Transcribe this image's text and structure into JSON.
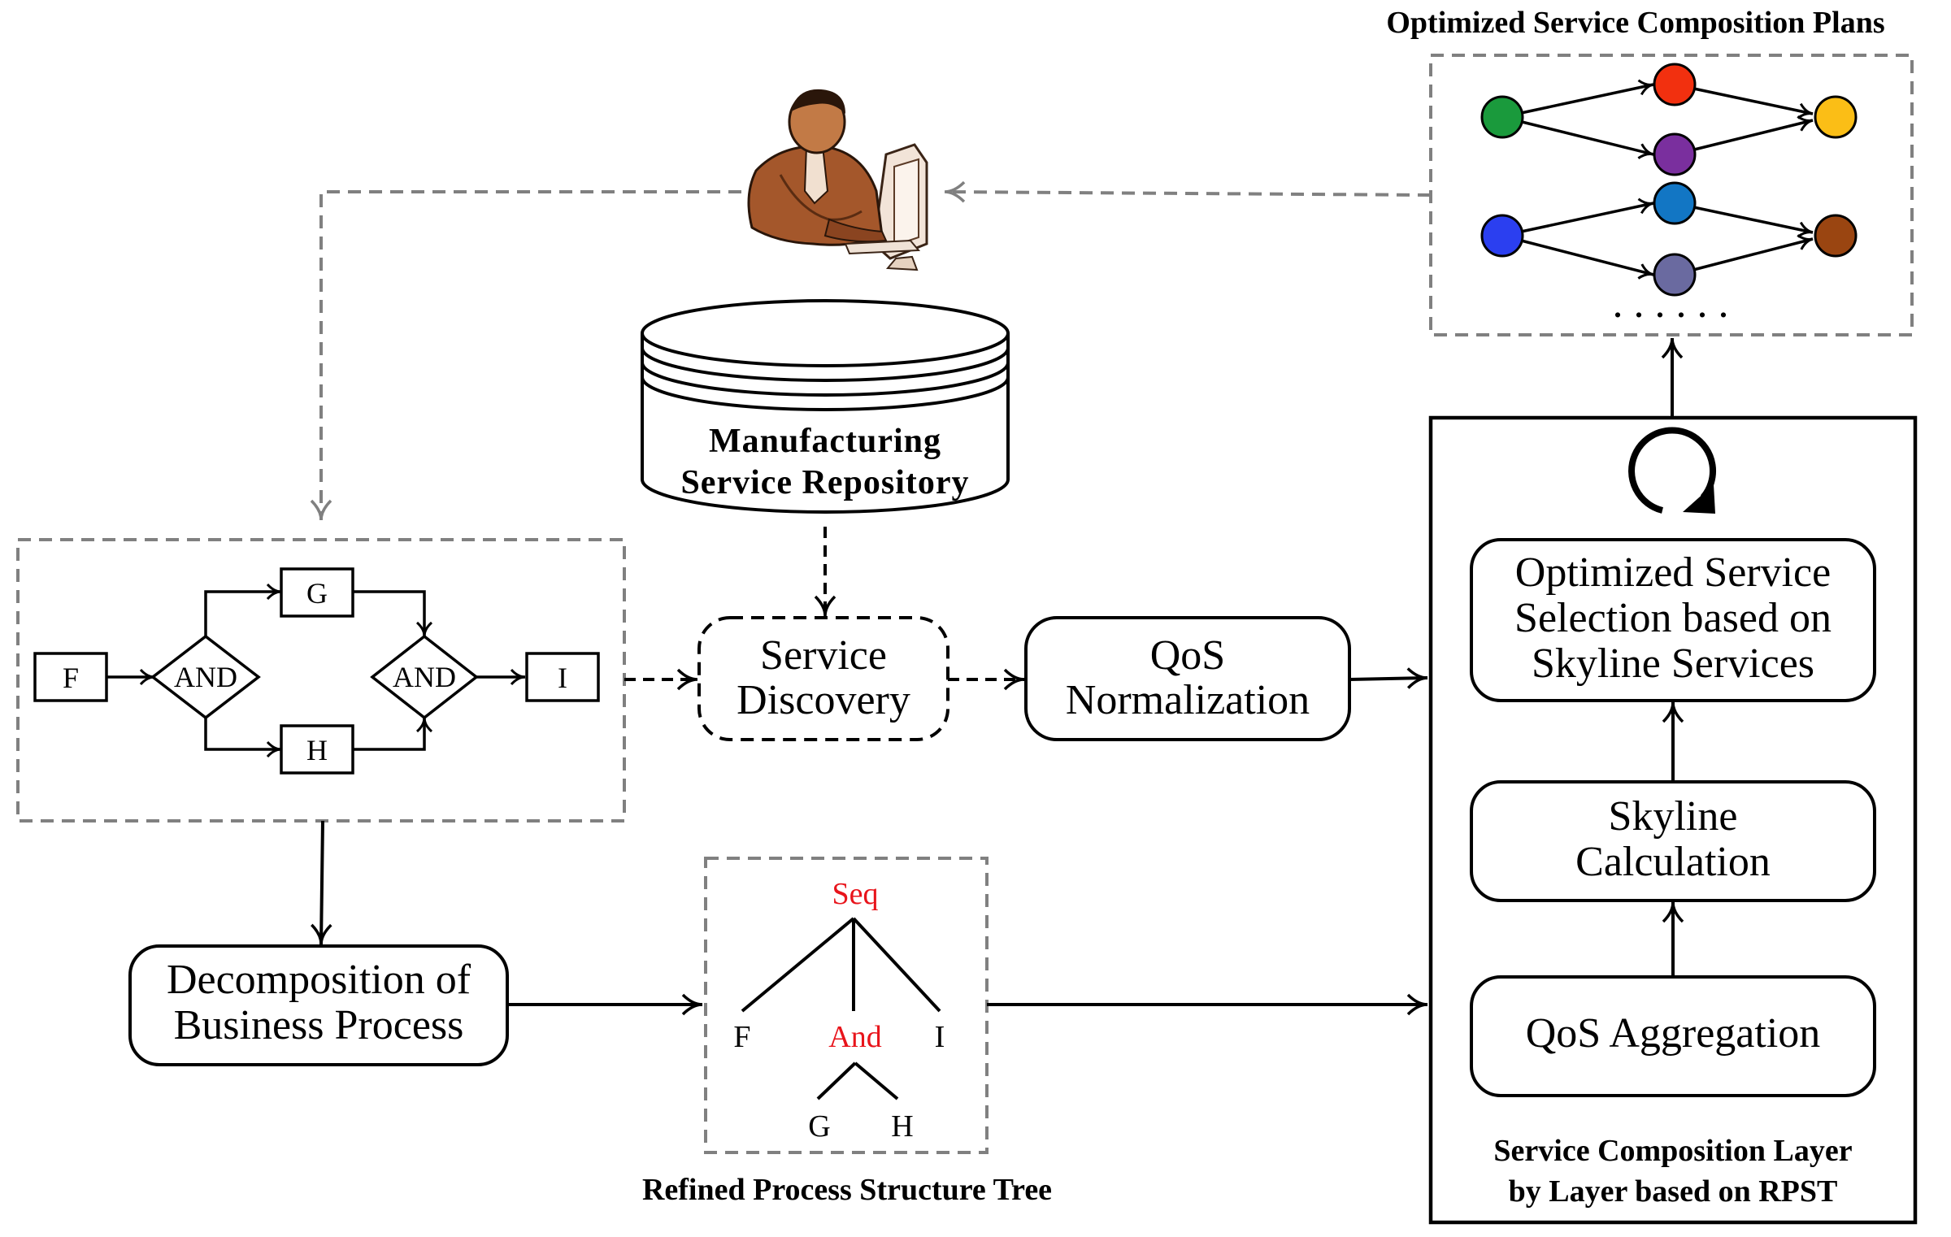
{
  "labels": {
    "optimized_plans_caption": "Optimized Service Composition Plans",
    "repository_line1": "Manufacturing",
    "repository_line2": "Service Repository",
    "service_discovery_line1": "Service",
    "service_discovery_line2": "Discovery",
    "qos_normalization_line1": "QoS",
    "qos_normalization_line2": "Normalization",
    "optimized_selection_line1": "Optimized Service",
    "optimized_selection_line2": "Selection based on",
    "optimized_selection_line3": "Skyline Services",
    "skyline_line1": "Skyline",
    "skyline_line2": "Calculation",
    "qos_aggregation": "QoS Aggregation",
    "decomposition_line1": "Decomposition of",
    "decomposition_line2": "Business Process",
    "rpst_caption": "Refined Process Structure Tree",
    "layer_caption_line1": "Service Composition Layer",
    "layer_caption_line2": "by Layer based on RPST",
    "plan_ellipsis": ". . . . . ."
  },
  "process": {
    "node_f": "F",
    "node_g": "G",
    "node_h": "H",
    "node_i": "I",
    "gateway_split": "AND",
    "gateway_join": "AND"
  },
  "tree": {
    "root": "Seq",
    "left": "F",
    "middle": "And",
    "right": "I",
    "child_left": "G",
    "child_right": "H"
  },
  "colors": {
    "plan1_start": "#1a9a3c",
    "plan1_top": "#f2300f",
    "plan1_bottom": "#7a2f9e",
    "plan1_end": "#fbbe16",
    "plan2_start": "#2b3ff0",
    "plan2_top": "#1276c4",
    "plan2_bottom": "#6a6aa0",
    "plan2_end": "#9a4511",
    "tree_operator": "#e8141b",
    "dashed_line": "#808080"
  }
}
